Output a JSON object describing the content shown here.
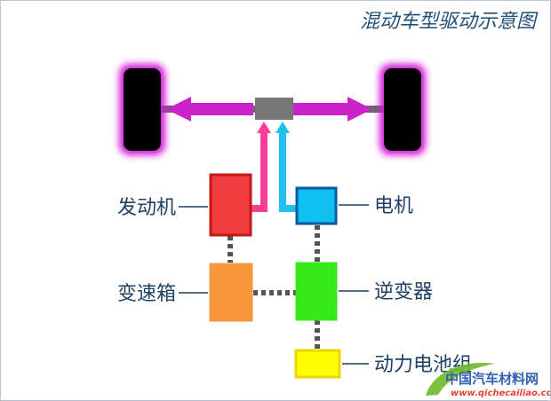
{
  "title": "混动车型驱动示意图",
  "components": {
    "engine": {
      "label": "发动机",
      "color": "#f03c3c"
    },
    "motor": {
      "label": "电机",
      "color": "#10c0f0"
    },
    "gearbox": {
      "label": "变速箱",
      "color": "#f5973a"
    },
    "inverter": {
      "label": "逆变器",
      "color": "#39e81b"
    },
    "battery": {
      "label": "动力电池组",
      "color": "#ffff00"
    }
  },
  "colors": {
    "wheel": "#000000",
    "wheel_glow": "#d21ed6",
    "drive_arrow": "#cc22cc",
    "engine_path": "#ff3c96",
    "motor_path": "#22bff2",
    "differential": "#777777",
    "connector": "#555555"
  },
  "watermark": {
    "text": "中国汽车材料网",
    "url": "www.qichecailiao.com"
  }
}
